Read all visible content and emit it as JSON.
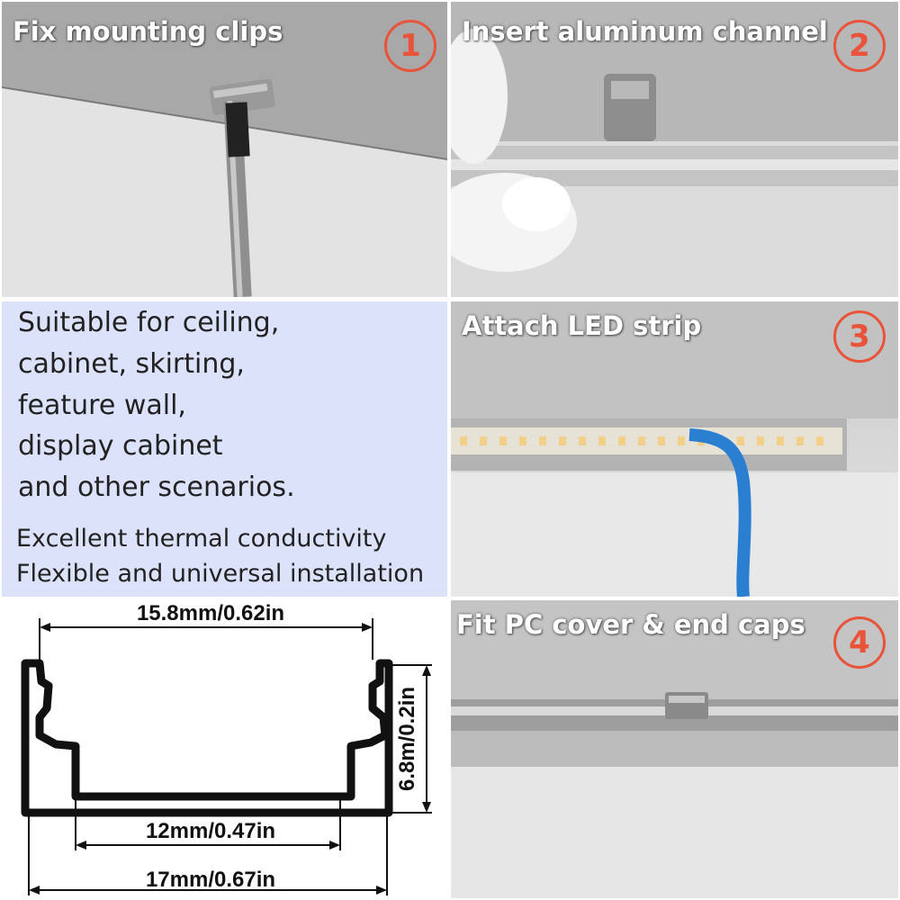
{
  "steps": [
    {
      "title": "Fix mounting clips",
      "number": "1"
    },
    {
      "title": "Insert aluminum channel",
      "number": "2"
    },
    {
      "title": "Attach LED strip",
      "number": "3"
    },
    {
      "title": "Fit PC cover & end caps",
      "number": "4"
    }
  ],
  "info": {
    "scenarios": [
      "Suitable for ceiling,",
      "cabinet, skirting,",
      "feature wall,",
      "display cabinet",
      "and other scenarios."
    ],
    "features": [
      "Excellent thermal conductivity",
      "Flexible and universal installation"
    ]
  },
  "diagram": {
    "top_width": "15.8mm/0.62in",
    "height": "6.8m/0.2in",
    "inner_width": "12mm/0.47in",
    "outer_width": "17mm/0.67in"
  },
  "colors": {
    "accent": "#e8533a",
    "info_bg": "#dde2fb",
    "led_tape": "#2a7fd0"
  }
}
